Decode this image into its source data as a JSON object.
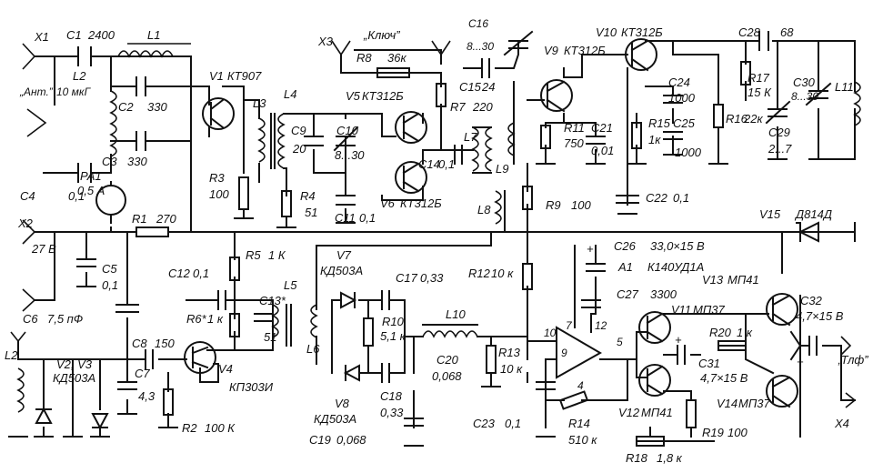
{
  "labels": {
    "x1": "X1",
    "c1": "C1",
    "c1v": "2400",
    "l1": "L1",
    "x3": "X3",
    "key": "„Ключ”",
    "c16": "C16",
    "c16v": "8...30",
    "v9": "V9",
    "v9t": "КТ312Б",
    "v10": "V10",
    "v10t": "КТ312Б",
    "c28": "C28",
    "c28v": "68",
    "ant": "„Ант.”",
    "l2top": "L2",
    "l2v": "10 мкГ",
    "c2": "C2",
    "c2v": "330",
    "v1": "V1",
    "v1t": "КТ907",
    "r8": "R8",
    "r8v": "36к",
    "r7": "R7",
    "r7v": "220",
    "c15": "C15",
    "c15v": "24",
    "c24": "C24",
    "c24v": "1000",
    "r17": "R17",
    "r17v": "15 К",
    "c30": "C30",
    "c30v": "8...30",
    "l11": "L11",
    "l3": "L3",
    "l4": "L4",
    "v5": "V5",
    "v5t": "КТ312Б",
    "r11": "R11",
    "r11v": "750",
    "c21": "C21",
    "c21v": "0,01",
    "r15": "R15",
    "r15v": "1к",
    "c25": "C25",
    "c25v": "1000",
    "r16": "R16",
    "r16v": "22к",
    "c29": "C29",
    "c29v": "2...7",
    "c3": "C3",
    "c3v": "330",
    "c9": "C9",
    "c9v": "20",
    "c10": "C10",
    "c10v": "8...30",
    "l7": "L7",
    "c14": "C14",
    "c14v": "0,1",
    "l9": "L9",
    "pa1": "PA1",
    "pa1v": "0,5 А",
    "c4": "C4",
    "c4v": "0,1",
    "r3": "R3",
    "r3v": "100",
    "r4": "R4",
    "r4v": "51",
    "v6": "V6",
    "v6t": "КТ312Б",
    "c22": "C22",
    "c22v": "0,1",
    "x2": "X2",
    "r1": "R1",
    "r1v": "270",
    "c11": "C11",
    "c11v": "0,1",
    "l8": "L8",
    "r9": "R9",
    "r9v": "100",
    "v15": "V15",
    "v15t": "Д814Д",
    "v27": "27 В",
    "c5": "C5",
    "c5v": "0,1",
    "r5": "R5",
    "r5v": "1 К",
    "v7": "V7",
    "v7t": "КД503А",
    "c26": "C26",
    "c26v": "33,0×15 В",
    "a1": "A1",
    "a1t": "К140УД1А",
    "c12": "C12",
    "c12v": "0,1",
    "l5": "L5",
    "c17": "C17",
    "c17v": "0,33",
    "r12": "R12",
    "r12v": "10 к",
    "v13": "V13",
    "v13t": "МП41",
    "c27": "C27",
    "c27v": "3300",
    "c32": "C32",
    "c32v": "4,7×15 В",
    "c6": "C6",
    "c6v": "7,5 пФ",
    "r6": "R6*",
    "r6v": "1 к",
    "c13": "C13*",
    "c13v": "51",
    "r10": "R10",
    "r10v": "5,1 к",
    "l10": "L10",
    "v11": "V11",
    "v11t": "МП37",
    "r20": "R20",
    "r20v": "1 к",
    "c8": "C8",
    "c8v": "150",
    "l6": "L6",
    "c20": "C20",
    "c20v": "0,068",
    "r13": "R13",
    "r13v": "10 к",
    "c31": "C31",
    "c31v": "4,7×15 В",
    "l2bot": "L2",
    "v2v3": "V2, V3",
    "v2v3t": "КД503А",
    "c7": "C7",
    "c7v": "4,3",
    "v4": "V4",
    "v4t": "КП303И",
    "v8": "V8",
    "v8t": "КД503А",
    "c18": "C18",
    "c18v": "0,33",
    "tlf": "„Тлф”",
    "r2": "R2",
    "r2v": "100 К",
    "c19": "C19",
    "c19v": "0,068",
    "c23": "C23",
    "c23v": "0,1",
    "r14": "R14",
    "r14v": "510 к",
    "v12": "V12",
    "v12t": "МП41",
    "v14": "V14",
    "v14t": "МП37",
    "r19": "R19",
    "r19v": "100",
    "x4": "X4",
    "r18": "R18",
    "r18v": "1,8 к",
    "op7": "7",
    "op12": "12",
    "op5": "5",
    "op9": "9",
    "op10": "10",
    "op4": "4",
    "plus1": "+",
    "plus2": "+",
    "plus3": "+"
  }
}
